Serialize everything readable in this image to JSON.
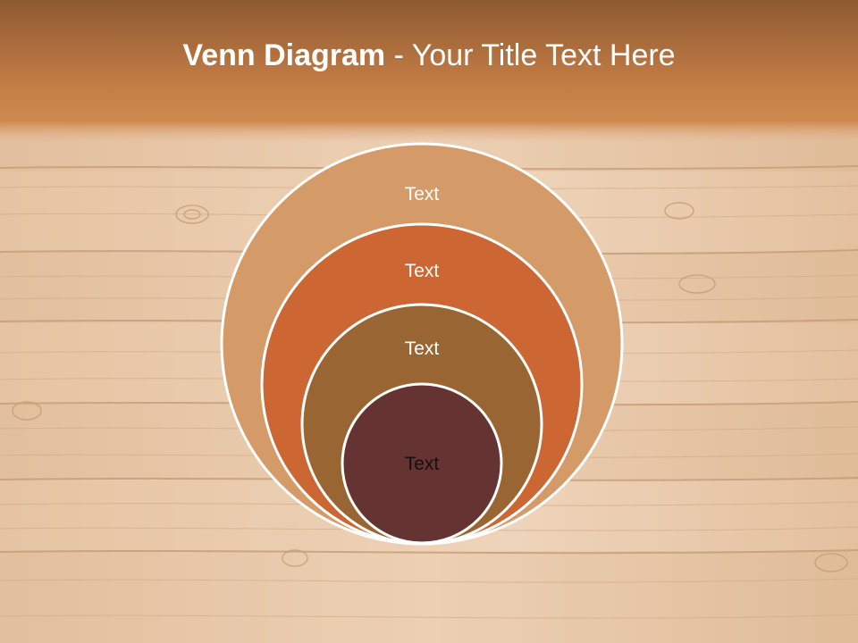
{
  "title": {
    "bold": "Venn Diagram",
    "rest": " - Your Title Text Here"
  },
  "colors": {
    "header_top": "#8e5a32",
    "header_bottom": "#cf8a4e",
    "circle_outer": "#d49a68",
    "circle_second": "#cc6633",
    "circle_third": "#996633",
    "circle_inner": "#663333",
    "outline": "#ffffff"
  },
  "diagram": {
    "circles": [
      {
        "label": "Text",
        "fill_key": "circle_outer",
        "text_color": "#ffffff"
      },
      {
        "label": "Text",
        "fill_key": "circle_second",
        "text_color": "#ffffff"
      },
      {
        "label": "Text",
        "fill_key": "circle_third",
        "text_color": "#ffffff"
      },
      {
        "label": "Text",
        "fill_key": "circle_inner",
        "text_color": "#111111"
      }
    ]
  }
}
